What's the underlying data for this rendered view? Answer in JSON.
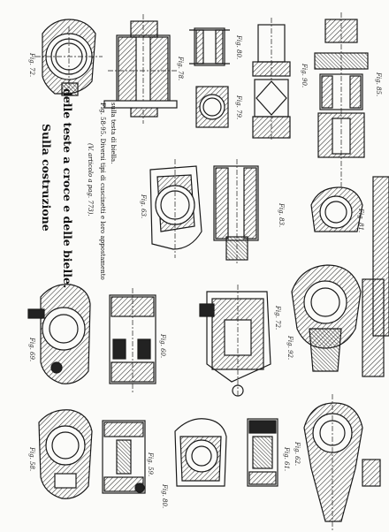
{
  "header": {
    "title_line1": "Sulla costruzione",
    "title_line2": "delle teste a croce e delle bielle.",
    "reference": "(V. articolo a pag. 773).",
    "caption_line1": "Fig. 58-95. Diversi tipi di cuscinetti e loro appostamento",
    "caption_line2": "sulla testa di biella."
  },
  "figures": [
    {
      "id": "fig-72a",
      "label": "Fig. 72."
    },
    {
      "id": "fig-78",
      "label": "Fig. 78."
    },
    {
      "id": "fig-80a",
      "label": "Fig. 80."
    },
    {
      "id": "fig-79",
      "label": "Fig. 79."
    },
    {
      "id": "fig-90",
      "label": "Fig. 90."
    },
    {
      "id": "fig-85",
      "label": "Fig. 85."
    },
    {
      "id": "fig-63",
      "label": "Fig. 63."
    },
    {
      "id": "fig-83",
      "label": "Fig. 83."
    },
    {
      "id": "fig-81",
      "label": "Fig. 81."
    },
    {
      "id": "fig-69",
      "label": "Fig. 69."
    },
    {
      "id": "fig-60",
      "label": "Fig. 60."
    },
    {
      "id": "fig-72b",
      "label": "Fig. 72."
    },
    {
      "id": "fig-92",
      "label": "Fig. 92."
    },
    {
      "id": "fig-58",
      "label": "Fig. 58."
    },
    {
      "id": "fig-59",
      "label": "Fig. 59."
    },
    {
      "id": "fig-80b",
      "label": "Fig. 80."
    },
    {
      "id": "fig-61",
      "label": "Fig. 61."
    },
    {
      "id": "fig-62",
      "label": "Fig. 62."
    }
  ]
}
